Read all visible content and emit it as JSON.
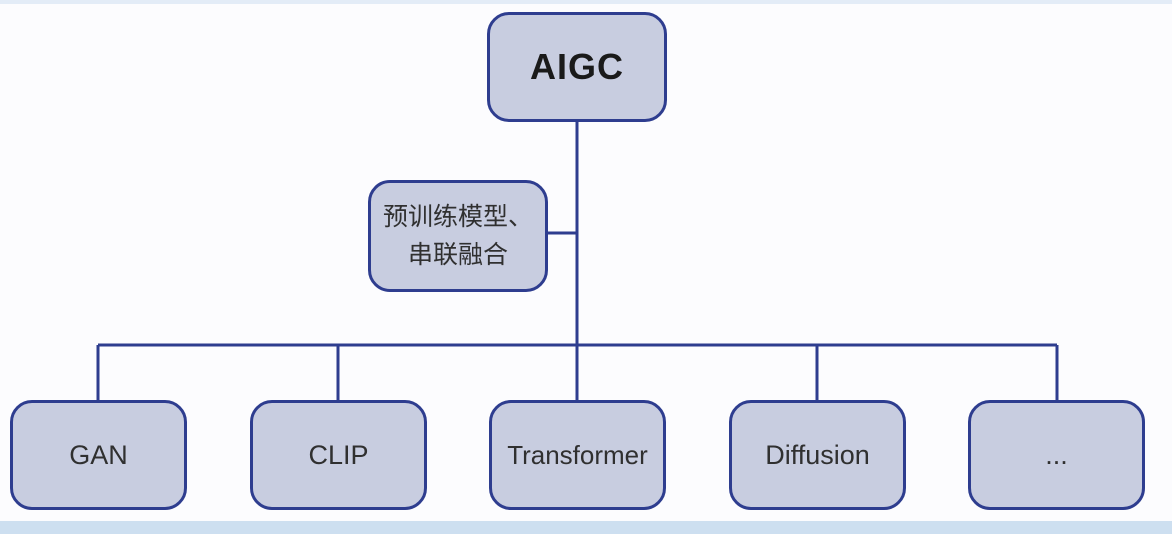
{
  "diagram": {
    "root": {
      "label": "AIGC"
    },
    "annotation": {
      "line1": "预训练模型、",
      "line2": "串联融合"
    },
    "children": [
      {
        "label": "GAN"
      },
      {
        "label": "CLIP"
      },
      {
        "label": "Transformer"
      },
      {
        "label": "Diffusion"
      },
      {
        "label": "..."
      }
    ],
    "colors": {
      "node_fill": "#c8cde0",
      "node_border": "#2e3d8f",
      "line": "#2e3d8f",
      "text": "#303030",
      "root_text": "#1a1a1a",
      "page_bg": "#fcfcfe",
      "edge_strip": "#cddff0"
    }
  }
}
